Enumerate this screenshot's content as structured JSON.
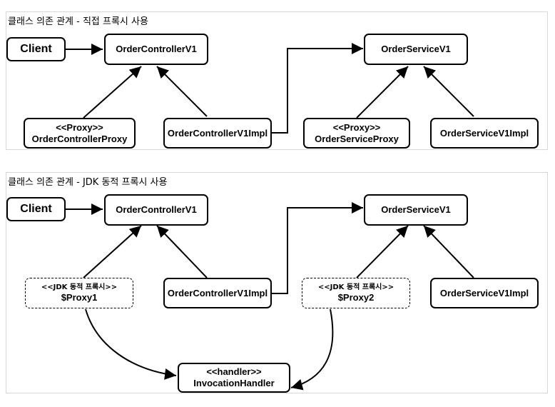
{
  "panel1": {
    "title": "클래스 의존 관계 - 직접 프록시 사용",
    "client": "Client",
    "controller": "OrderControllerV1",
    "service": "OrderServiceV1",
    "controller_proxy_stereo": "<<Proxy>>",
    "controller_proxy": "OrderControllerProxy",
    "controller_impl": "OrderControllerV1Impl",
    "service_proxy_stereo": "<<Proxy>>",
    "service_proxy": "OrderServiceProxy",
    "service_impl": "OrderServiceV1Impl"
  },
  "panel2": {
    "title": "클래스 의존 관계 - JDK 동적 프록시 사용",
    "client": "Client",
    "controller": "OrderControllerV1",
    "service": "OrderServiceV1",
    "proxy1_stereo": "<<JDK 동적 프록시>>",
    "proxy1": "$Proxy1",
    "controller_impl": "OrderControllerV1Impl",
    "proxy2_stereo": "<<JDK 동적 프록시>>",
    "proxy2": "$Proxy2",
    "service_impl": "OrderServiceV1Impl",
    "handler_stereo": "<<handler>>",
    "handler": "InvocationHandler"
  }
}
